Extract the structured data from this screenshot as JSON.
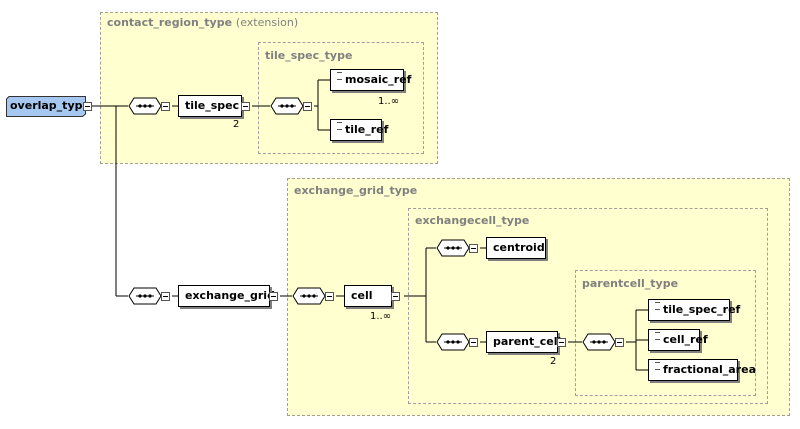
{
  "root": {
    "name": "overlap_type"
  },
  "regions": {
    "contact_region": {
      "title": "contact_region_type",
      "suffix": "(extension)"
    },
    "tile_spec": {
      "title": "tile_spec_type"
    },
    "exchange_grid": {
      "title": "exchange_grid_type"
    },
    "exchangecell": {
      "title": "exchangecell_type"
    },
    "parentcell": {
      "title": "parentcell_type"
    }
  },
  "elements": {
    "tile_spec": {
      "name": "tile_spec",
      "cardinality": "2"
    },
    "mosaic_ref": {
      "name": "mosaic_ref",
      "cardinality": "1..∞"
    },
    "tile_ref": {
      "name": "tile_ref"
    },
    "exchange_grid": {
      "name": "exchange_grid"
    },
    "cell": {
      "name": "cell",
      "cardinality": "1..∞"
    },
    "centroid": {
      "name": "centroid"
    },
    "parent_cell": {
      "name": "parent_cell",
      "cardinality": "2"
    },
    "tile_spec_ref": {
      "name": "tile_spec_ref"
    },
    "cell_ref": {
      "name": "cell_ref"
    },
    "fractional_area": {
      "name": "fractional_area"
    }
  }
}
